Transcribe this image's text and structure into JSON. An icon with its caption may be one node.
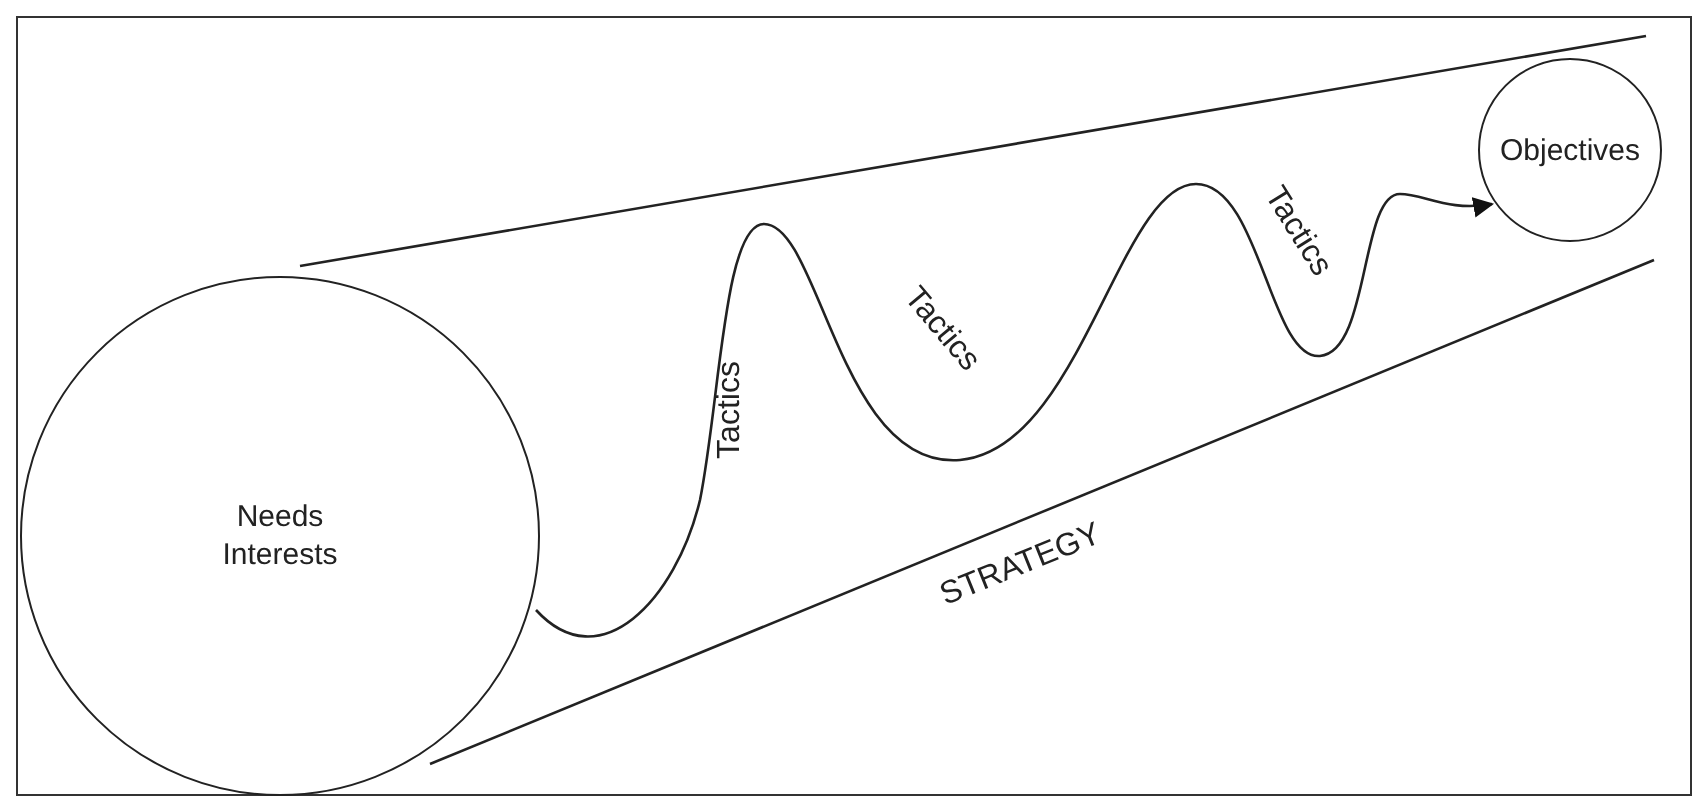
{
  "diagram": {
    "nodes": [
      {
        "text": [
          "Needs Interests"
        ]
      },
      {
        "text": [
          "Objectives"
        ]
      }
    ],
    "edges": [
      {
        "from": 0,
        "to": 1,
        "arrow": "to"
      }
    ],
    "labels": [
      "Tactics",
      "Tactics",
      "Tactics",
      "STRATEGY"
    ]
  }
}
